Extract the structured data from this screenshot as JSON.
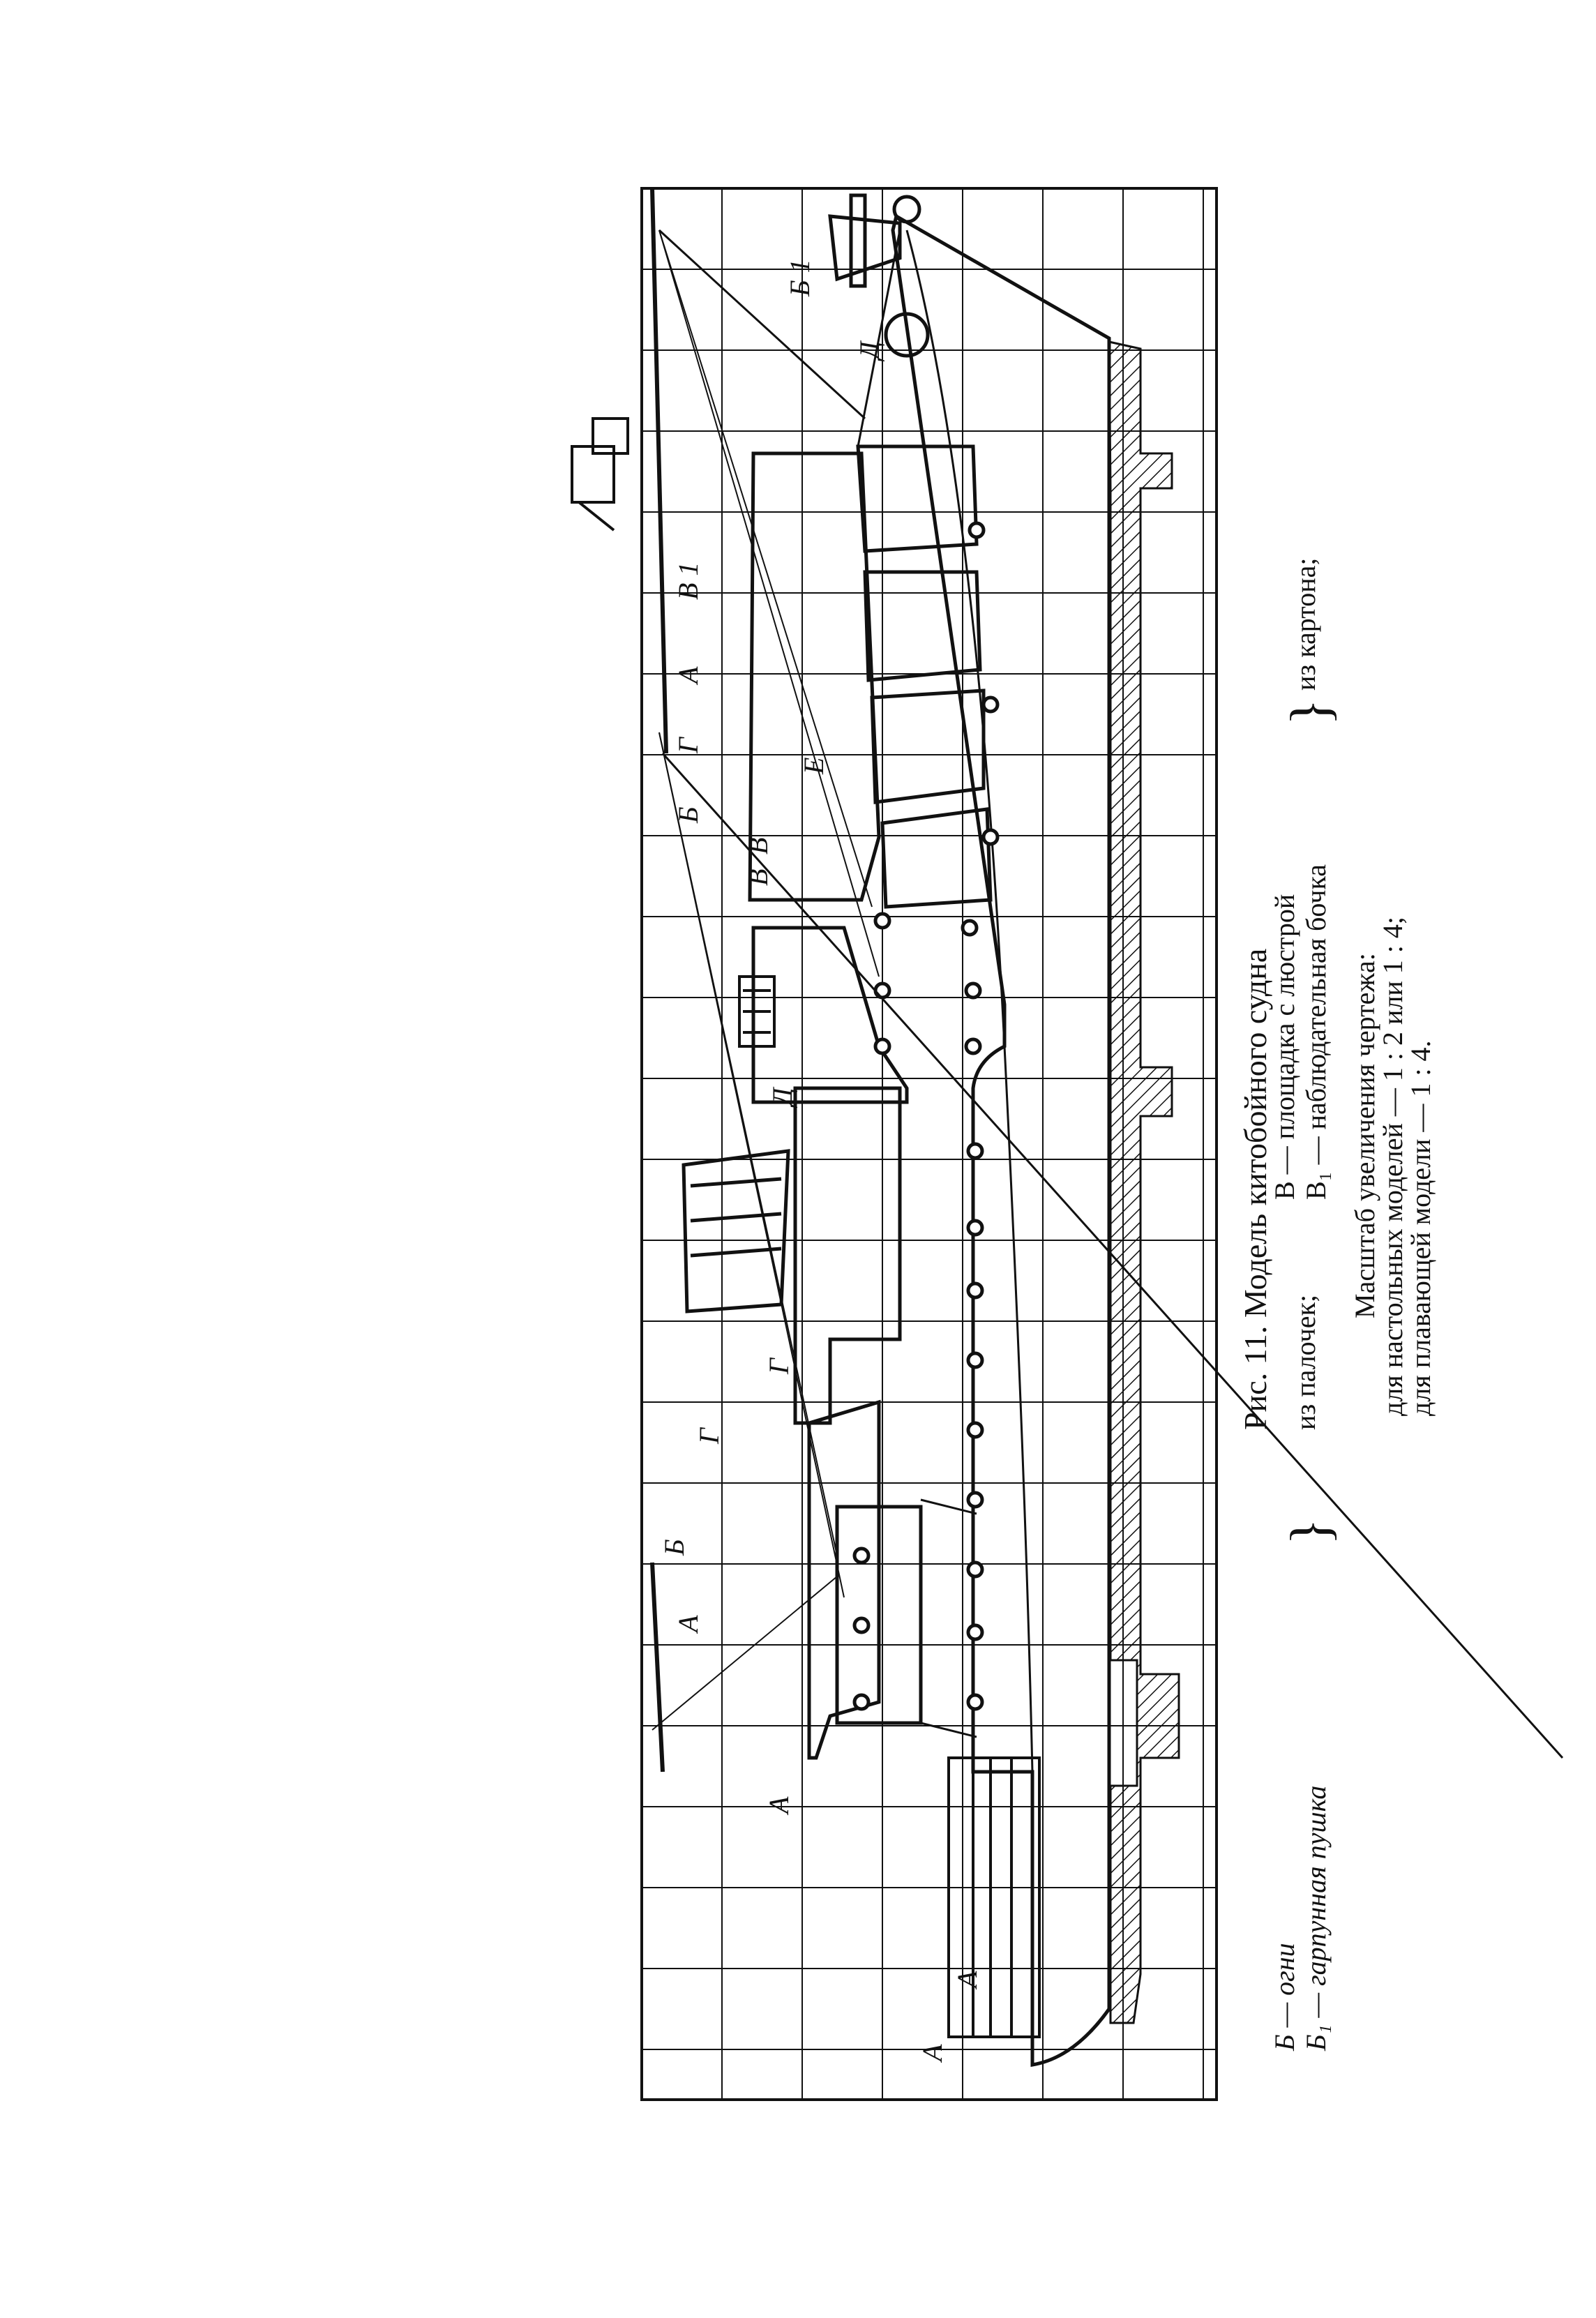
{
  "figure": {
    "caption": "Рис. 11. Модель китобойного судна",
    "drawing_labels": {
      "A": "А",
      "B": "Б",
      "B1": "Б 1",
      "V": "В",
      "V1": "В 1",
      "G": "Г",
      "D": "Д",
      "E": "Е"
    }
  },
  "legend": {
    "left_group": {
      "line1": "Б — огни",
      "line2": "Б₁ — гарпунная пушка",
      "material": "из палочек;"
    },
    "right_group": {
      "line1": "В — площадка с люстрой",
      "line2": "В₁ — наблюдательная бочка",
      "material": "из картона;"
    }
  },
  "scale": {
    "title": "Масштаб увеличения чертежа:",
    "line1": "для настольных моделей — 1 : 2 или 1 : 4;",
    "line2": "для плавающей модели — 1 : 4."
  }
}
